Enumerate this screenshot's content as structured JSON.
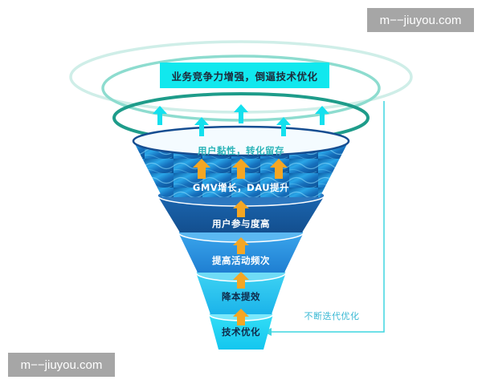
{
  "diagram": {
    "type": "funnel",
    "top_banner": "业务竞争力增强，倒逼技术优化",
    "levels": [
      {
        "label": "用户黏性，转化留存",
        "color": "#2a7cc7"
      },
      {
        "label": "GMV增长，DAU提升",
        "color": "#1f6fb8"
      },
      {
        "label": "用户参与度高",
        "color": "#1a5fa8"
      },
      {
        "label": "提高活动频次",
        "color": "#2f9ae6"
      },
      {
        "label": "降本提效",
        "color": "#27c3ee"
      },
      {
        "label": "技术优化",
        "color": "#1ad0f0"
      }
    ],
    "feedback_loop_label": "不断迭代优化",
    "colors": {
      "banner_bg": "#11e8ee",
      "ring_light": "#b8ebe3",
      "ring_mid": "#6fd1c2",
      "ring_dark": "#1e9c8a",
      "up_arrow_cyan": "#14e0ee",
      "up_arrow_orange": "#f5a623",
      "feedback_line": "#3fd6e0",
      "feedback_text": "#3ab9d4"
    }
  },
  "watermarks": {
    "top_right": "m−−jiuyou.com",
    "bottom_left": "m−−jiuyou.com"
  }
}
